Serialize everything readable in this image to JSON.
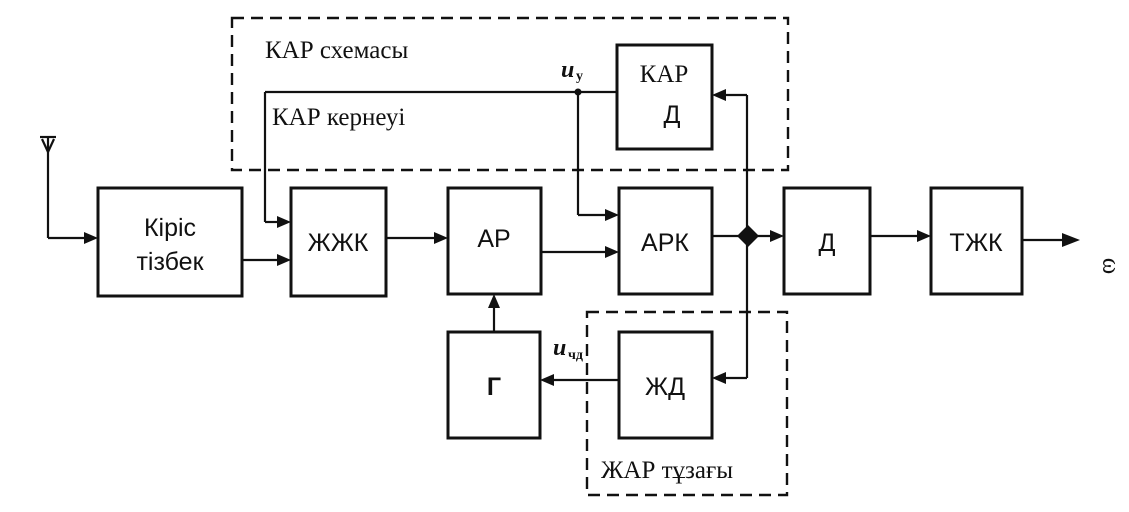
{
  "regions": {
    "kar_title": "КАР схемасы",
    "kar_voltage": "КАР кернеуі",
    "zhar_loop": "ЖАР тұзағы"
  },
  "blocks": {
    "input_line1": "Кіріс",
    "input_line2": "тізбек",
    "zhzhk": "ЖЖК",
    "ar": "АР",
    "ark": "АРК",
    "kar_d_line1": "КАР",
    "kar_d_line2": "Д",
    "d": "Д",
    "tzhk": "ТЖК",
    "g": "Г",
    "zhd": "ЖД"
  },
  "signals": {
    "u_y": "u",
    "u_y_sub": "у",
    "u_chd": "u",
    "u_chd_sub": "чд",
    "omega": "ω"
  }
}
